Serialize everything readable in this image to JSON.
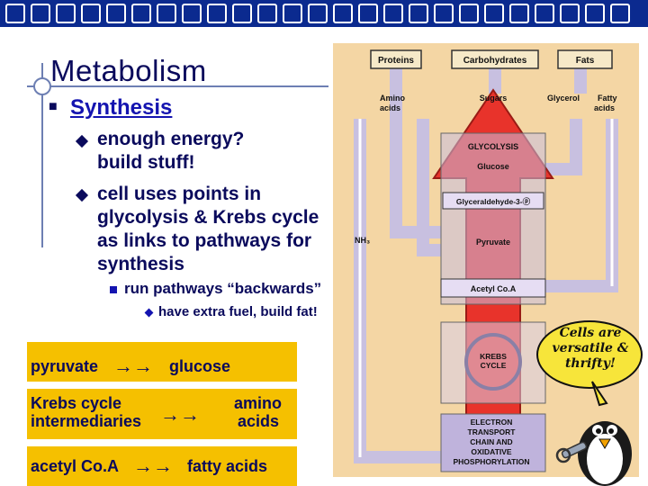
{
  "slide": {
    "title": "Metabolism",
    "heading": "Synthesis",
    "bullets": [
      "enough energy?",
      "build stuff!",
      "cell uses points in",
      "glycolysis & Krebs cycle",
      "as links to pathways for",
      "synthesis"
    ],
    "sub_bullet": "run pathways “backwards”",
    "sub_sub_bullet": "have extra fuel, build fat!",
    "conversions": [
      {
        "left": "pyruvate",
        "arrows": "→→",
        "right": "glucose"
      },
      {
        "left_line1": "Krebs cycle",
        "left_line2": "intermediaries",
        "arrows": "→→",
        "right_line1": "amino",
        "right_line2": "acids"
      },
      {
        "left": "acetyl Co.A",
        "arrows": "→→",
        "right": "fatty acids"
      }
    ],
    "bubble": "Cells are\nversatile &\nthrifty!"
  },
  "diagram": {
    "top_boxes": [
      "Proteins",
      "Carbohydrates",
      "Fats"
    ],
    "monomers": [
      "Amino\nacids",
      "Sugars",
      "Glycerol",
      "Fatty\nacids"
    ],
    "stages": [
      "GLYCOLYSIS",
      "Glucose",
      "Glyceraldehyde-3-ⓟ",
      "Pyruvate",
      "Acetyl Co.A"
    ],
    "nh3": "NH₃",
    "krebs": "KREBS\nCYCLE",
    "etc": [
      "ELECTRON",
      "TRANSPORT",
      "CHAIN AND",
      "OXIDATIVE",
      "PHOSPHORYLATION"
    ]
  },
  "colors": {
    "banner": "#0b2a8f",
    "title_text": "#0a0a5c",
    "heading_text": "#1414b0",
    "highlight_box": "#f5c000",
    "diagram_bg": "#f4d6a4",
    "arrow_red": "#e8332b",
    "flow_arrow": "#c8c0e0",
    "bubble": "#f7e53a"
  },
  "icons": [
    "crosshair-icon",
    "penguin-icon"
  ]
}
